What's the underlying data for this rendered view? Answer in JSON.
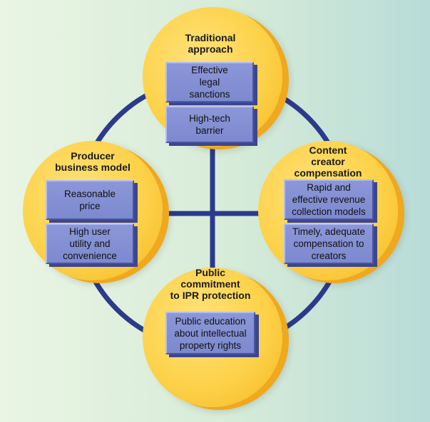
{
  "colors": {
    "circle": "#fdd24a",
    "box": "#8c97d8",
    "connector": "#2b3a8a"
  },
  "circles": {
    "top": {
      "title": "Traditional\napproach",
      "boxes": [
        "Effective\nlegal\nsanctions",
        "High-tech\nbarrier"
      ]
    },
    "left": {
      "title": "Producer\nbusiness model",
      "boxes": [
        "Reasonable\nprice",
        "High user\nutility and\nconvenience"
      ]
    },
    "right": {
      "title": "Content\ncreator\ncompensation",
      "boxes": [
        "Rapid and\neffective revenue\ncollection models",
        "Timely, adequate\ncompensation to\ncreators"
      ]
    },
    "bottom": {
      "title": "Public\ncommitment\nto IPR protection",
      "boxes": [
        "Public education\nabout intellectual\nproperty rights"
      ]
    }
  }
}
